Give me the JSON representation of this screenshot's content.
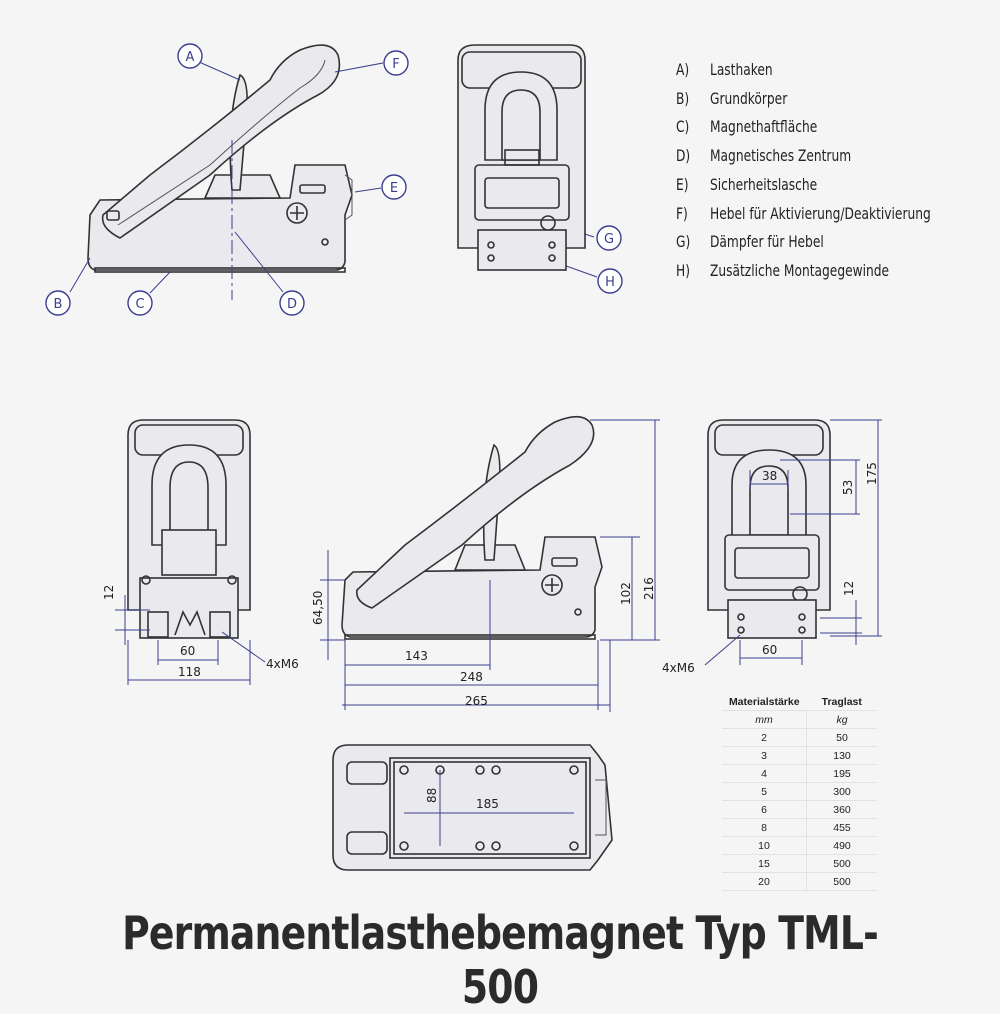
{
  "callouts": [
    "A",
    "B",
    "C",
    "D",
    "E",
    "F",
    "G",
    "H"
  ],
  "legend": [
    {
      "key": "A)",
      "label": "Lasthaken"
    },
    {
      "key": "B)",
      "label": "Grundkörper"
    },
    {
      "key": "C)",
      "label": "Magnethaftfläche"
    },
    {
      "key": "D)",
      "label": "Magnetisches Zentrum"
    },
    {
      "key": "E)",
      "label": "Sicherheitslasche"
    },
    {
      "key": "F)",
      "label": "Hebel für Aktivierung/Deaktivierung"
    },
    {
      "key": "G)",
      "label": "Dämpfer für Hebel"
    },
    {
      "key": "H)",
      "label": "Zusätzliche Montagegewinde"
    }
  ],
  "dimensions": {
    "front_left": {
      "height_12": "12",
      "width_60": "60",
      "width_118": "118",
      "thread": "4xM6"
    },
    "side": {
      "h_6450": "64,50",
      "l_143": "143",
      "l_248": "248",
      "l_265": "265",
      "h_102": "102",
      "h_216": "216"
    },
    "front_right": {
      "w_38": "38",
      "h_53": "53",
      "h_175": "175",
      "h_12": "12",
      "w_60": "60",
      "thread": "4xM6"
    },
    "bottom": {
      "h_88": "88",
      "l_185": "185"
    }
  },
  "table": {
    "headers": [
      "Materialstärke",
      "Traglast"
    ],
    "units": [
      "mm",
      "kg"
    ],
    "rows": [
      [
        "2",
        "50"
      ],
      [
        "3",
        "130"
      ],
      [
        "4",
        "195"
      ],
      [
        "5",
        "300"
      ],
      [
        "6",
        "360"
      ],
      [
        "8",
        "455"
      ],
      [
        "10",
        "490"
      ],
      [
        "15",
        "500"
      ],
      [
        "20",
        "500"
      ]
    ]
  },
  "title": "Permanentlasthebemagnet Typ TML-500"
}
